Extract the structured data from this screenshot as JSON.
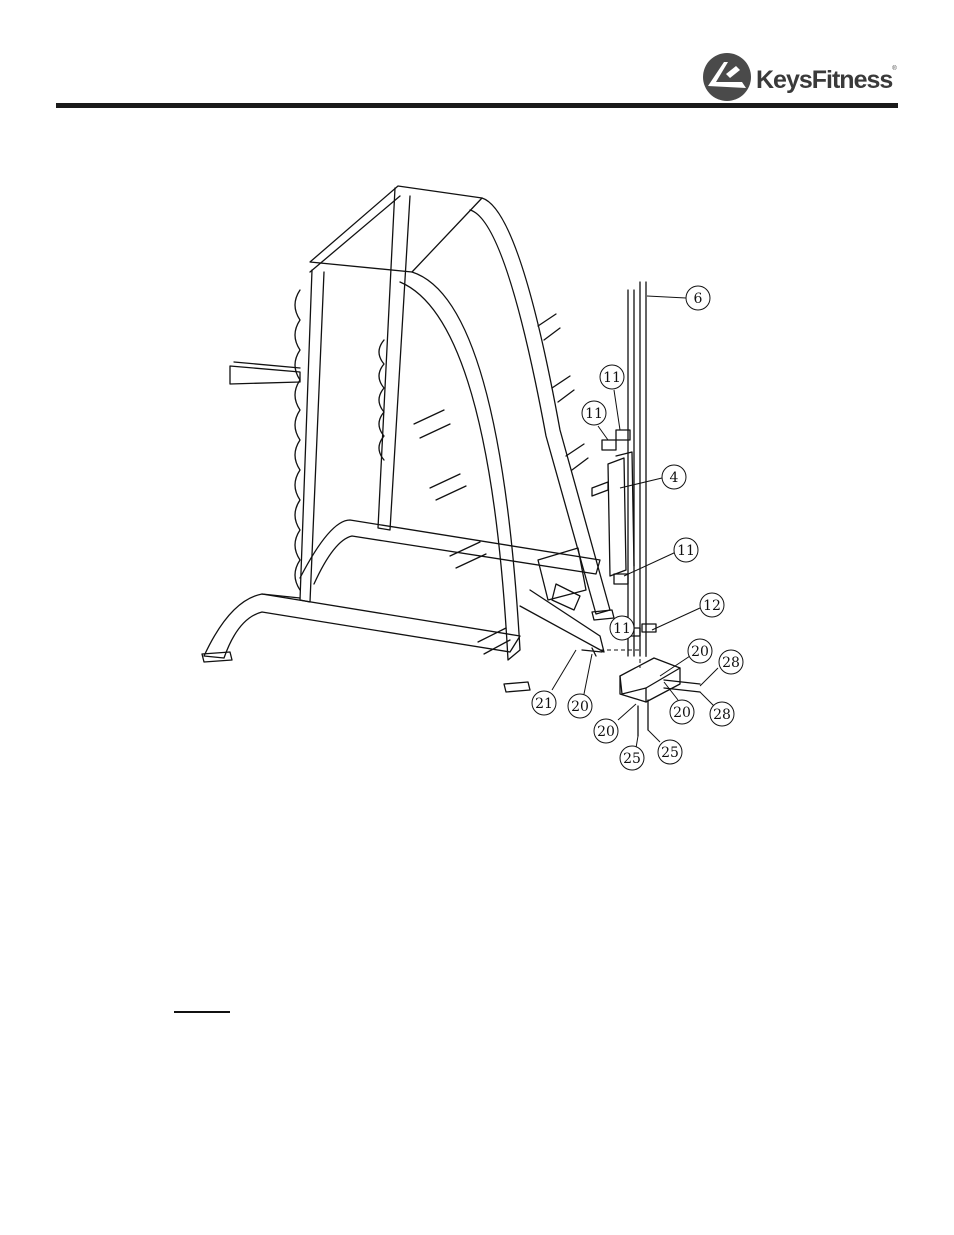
{
  "header": {
    "logo_text_part1": "Keys",
    "logo_text_part2": "Fitness",
    "logo_trademark": "®"
  },
  "callouts": {
    "c6": "6",
    "c11a": "11",
    "c11b": "11",
    "c4": "4",
    "c11c": "11",
    "c12": "12",
    "c11d": "11",
    "c20a": "20",
    "c28a": "28",
    "c21": "21",
    "c20b": "20",
    "c20c": "20",
    "c28b": "28",
    "c20d": "20",
    "c25a": "25",
    "c25b": "25"
  },
  "colors": {
    "ink": "#111111",
    "logo_gray": "#3a3a3a"
  }
}
